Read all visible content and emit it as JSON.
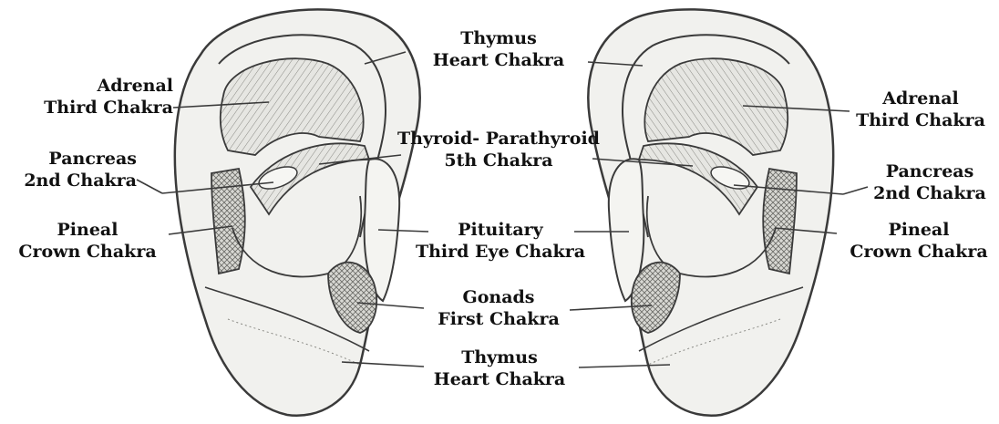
{
  "labels": {
    "left": {
      "adrenal": [
        "Adrenal",
        "Third Chakra"
      ],
      "pancreas": [
        "Pancreas",
        "2nd Chakra"
      ],
      "pineal": [
        "Pineal",
        "Crown Chakra"
      ]
    },
    "center": {
      "thymus_top": [
        "Thymus",
        "Heart Chakra"
      ],
      "thyroid": [
        "Thyroid- Parathyroid",
        "5th Chakra"
      ],
      "pituitary": [
        "Pituitary",
        "Third Eye Chakra"
      ],
      "gonads": [
        "Gonads",
        "First Chakra"
      ],
      "thymus_bottom": [
        "Thymus",
        "Heart Chakra"
      ]
    },
    "right": {
      "adrenal": [
        "Adrenal",
        "Third Chakra"
      ],
      "pancreas": [
        "Pancreas",
        "2nd Chakra"
      ],
      "pineal": [
        "Pineal",
        "Crown Chakra"
      ]
    }
  },
  "colors": {
    "ink": "#3a3a3a",
    "fill": "#f1f1ee",
    "shade": "#d9d9d4"
  }
}
